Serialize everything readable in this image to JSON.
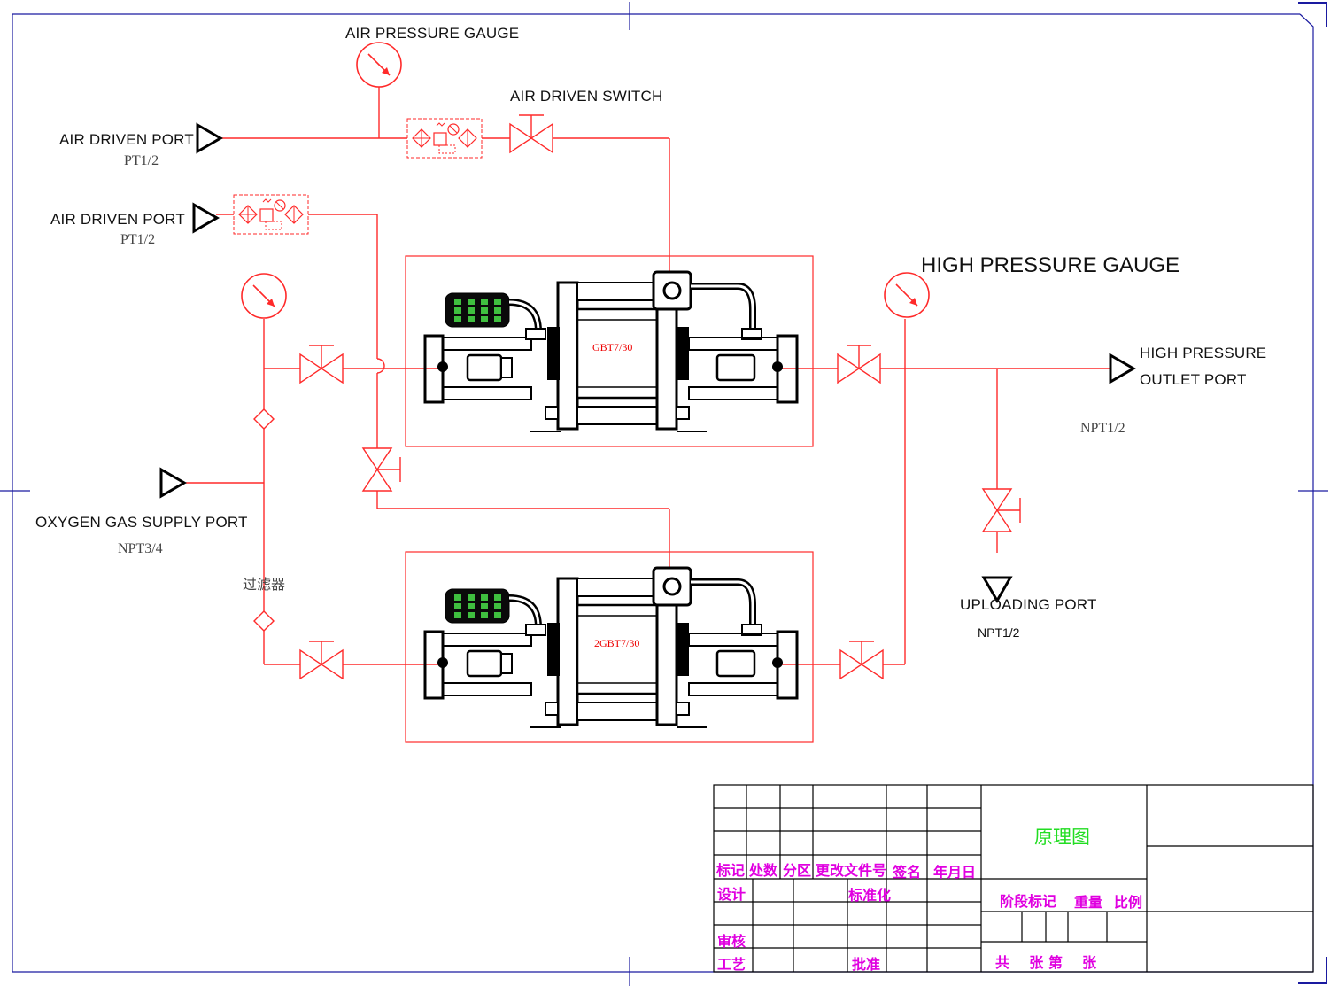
{
  "labels": {
    "air_pressure_gauge": "AIR PRESSURE GAUGE",
    "air_driven_switch": "AIR  DRIVEN SWITCH",
    "air_driven_port_1": "AIR  DRIVEN PORT",
    "air_driven_port_1_thread": "PT1/2",
    "air_driven_port_2": "AIR DRIVEN PORT",
    "air_driven_port_2_thread": "PT1/2",
    "high_pressure_gauge": "HIGH PRESSURE GAUGE",
    "high_pressure_outlet_line1": "HIGH  PRESSURE",
    "high_pressure_outlet_line2": "OUTLET PORT",
    "outlet_thread": "NPT1/2",
    "oxygen_supply_port": "OXYGEN GAS SUPPLY PORT",
    "oxygen_thread": "NPT3/4",
    "filter": "过滤器",
    "uploading_port": "UPLOADING PORT",
    "uploading_thread": "NPT1/2",
    "booster_top": "GBT7/30",
    "booster_bottom": "2GBT7/30"
  },
  "title_block": {
    "drawing_title": "原理图",
    "mark": "标记",
    "count": "处数",
    "zone": "分区",
    "change_doc": "更改文件号",
    "signature": "签名",
    "date": "年月日",
    "design": "设计",
    "standardization": "标准化",
    "review": "审核",
    "process": "工艺",
    "approve": "批准",
    "stage_mark": "阶段标记",
    "weight": "重量",
    "scale": "比例",
    "sheets": "共    张 第    张"
  },
  "colors": {
    "line": "#ff2a2a",
    "equipment": "#000000",
    "frame": "#1a1aa0",
    "title_block_text": "#e000e0",
    "title_text": "#22dd22"
  }
}
